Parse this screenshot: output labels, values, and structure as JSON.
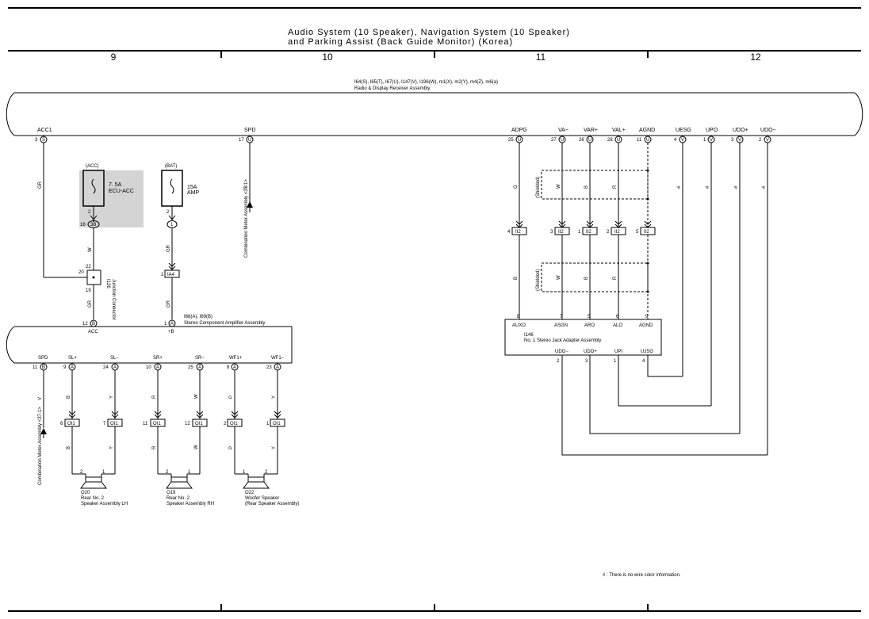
{
  "title_lines": [
    "Audio System (10 Speaker),  Navigation System (10 Speaker)",
    "and Parking Assist (Back Guide Monitor) (Korea)"
  ],
  "columns": [
    "9",
    "10",
    "11",
    "12"
  ],
  "receiver": {
    "codes": "I64(S), I65(T), I67(U), I147(V), I196(W), m1(X), m2(Y), m4(Z), m6(a)",
    "name": "Radio & Display Receiver Assembly",
    "terminals": [
      {
        "name": "ACC1",
        "num": "3",
        "conn": "S"
      },
      {
        "name": "SPD",
        "num": "17",
        "conn": "U"
      },
      {
        "name": "ADPG",
        "num": "25",
        "conn": "U"
      },
      {
        "name": "VA−",
        "num": "27",
        "conn": "U"
      },
      {
        "name": "VAR+",
        "num": "26",
        "conn": "U"
      },
      {
        "name": "VAL+",
        "num": "28",
        "conn": "U"
      },
      {
        "name": "AGND",
        "num": "11",
        "conn": "U"
      },
      {
        "name": "UESG",
        "num": "4",
        "conn": "V"
      },
      {
        "name": "UPO",
        "num": "1",
        "conn": "V"
      },
      {
        "name": "UDO+",
        "num": "3",
        "conn": "V"
      },
      {
        "name": "UDO−",
        "num": "2",
        "conn": "V"
      }
    ]
  },
  "fuses": [
    {
      "supply": "(ACC)",
      "rating": "7. 5A",
      "name": "ECU-ACC",
      "pin": "2",
      "junction_num": "16",
      "junction": "3B"
    },
    {
      "supply": "(BAT)",
      "rating": "15A",
      "name": "AMP",
      "pin": "2",
      "junction": "1"
    }
  ],
  "junction_connector": {
    "code": "I126",
    "name": "Junction Connector",
    "pins": [
      "22",
      "20",
      "19"
    ]
  },
  "ia4": {
    "num": "1",
    "label": "IA4"
  },
  "amplifier": {
    "codes": "I68(A), I69(B)",
    "name": "Stereo Component Amplifier Assembly",
    "inputs": [
      {
        "name": "ACC",
        "num": "12",
        "conn": "B"
      },
      {
        "name": "+B",
        "num": "1",
        "conn": "A"
      }
    ],
    "outputs": [
      {
        "name": "SPD",
        "num": "11",
        "conn": "B"
      },
      {
        "name": "SL+",
        "num": "9",
        "conn": "A"
      },
      {
        "name": "SL−",
        "num": "24",
        "conn": "A"
      },
      {
        "name": "SR+",
        "num": "10",
        "conn": "A"
      },
      {
        "name": "SR−",
        "num": "25",
        "conn": "A"
      },
      {
        "name": "WF1+",
        "num": "8",
        "conn": "A"
      },
      {
        "name": "WF1−",
        "num": "23",
        "conn": "A"
      }
    ]
  },
  "oi1_pins": [
    "6",
    "7",
    "11",
    "12",
    "2",
    "1"
  ],
  "oi1_label": "OI1",
  "ii2_pins": [
    "4",
    "3",
    "1",
    "2",
    "5"
  ],
  "ii2_label": "II2",
  "wire_colors": {
    "acc1": "GR",
    "spd": "V",
    "fuse_w": "W",
    "amp_gr1": "GR",
    "amp_gr2": "GR",
    "junction_gr": "GR",
    "speaker_upper": [
      "B",
      "Y",
      "R",
      "W",
      "P",
      "Y"
    ],
    "speaker_lower": [
      "B",
      "Y",
      "R",
      "W",
      "P",
      "Y"
    ],
    "spd_lower": "V",
    "upper_jack": [
      "G",
      "W",
      "B",
      "R",
      "#",
      "#",
      "#",
      "#"
    ],
    "lower_jack": [
      "B",
      "W",
      "B",
      "R"
    ]
  },
  "shielded": "(Shielded)",
  "speakers": [
    {
      "code": "O20",
      "line1": "Rear No. 2",
      "line2": "Speaker Assembly LH",
      "pins": [
        "2",
        "1"
      ]
    },
    {
      "code": "O19",
      "line1": "Rear No. 2",
      "line2": "Speaker Assembly RH",
      "pins": [
        "2",
        "1"
      ]
    },
    {
      "code": "O22",
      "line1": "Woofer Speaker",
      "line2": "(Rear Speaker Assembly)",
      "pins": [
        "1",
        "2"
      ]
    }
  ],
  "combination_meter": "Combination Meter Assembly <37-1>",
  "jack_adapter": {
    "code": "I146",
    "name": "No. 1 Stereo Jack Adapter Assembly",
    "top_terminals": [
      {
        "name": "AUXO",
        "num": "8"
      },
      {
        "name": "ASGN",
        "num": "7"
      },
      {
        "name": "ARO",
        "num": "5"
      },
      {
        "name": "ALO",
        "num": "6"
      },
      {
        "name": "AGND",
        "num": "9"
      }
    ],
    "bottom_terminals": [
      {
        "name": "UDO−",
        "num": "2"
      },
      {
        "name": "UDO+",
        "num": "3"
      },
      {
        "name": "UPI",
        "num": "1"
      },
      {
        "name": "UJSG",
        "num": "4"
      }
    ]
  },
  "footnote": "# : There is no wire color information."
}
